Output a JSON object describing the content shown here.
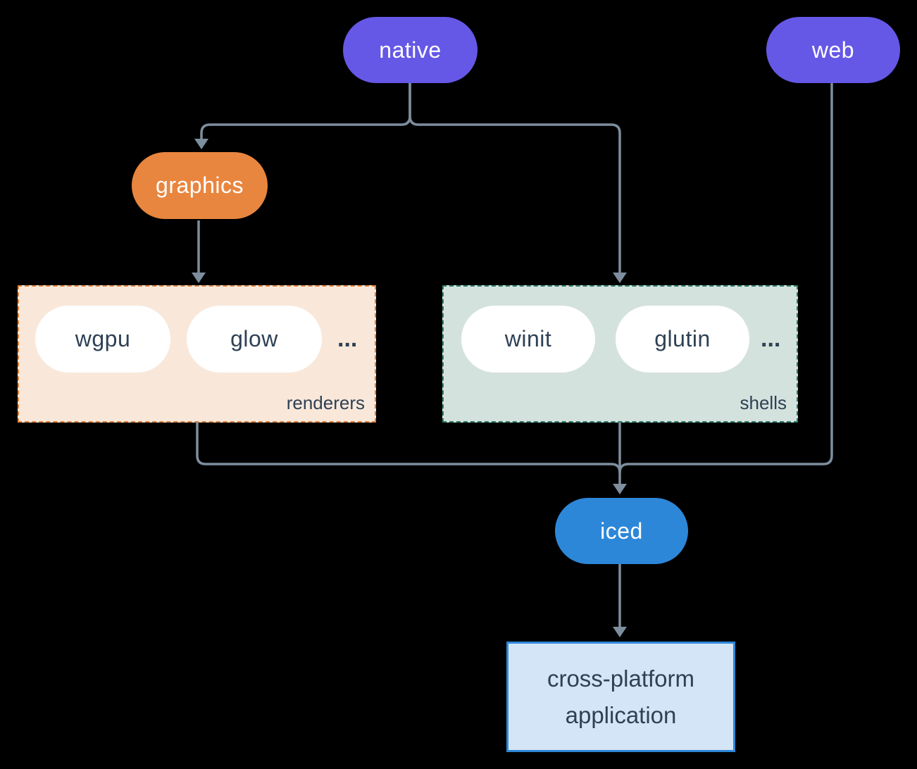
{
  "nodes": {
    "native": {
      "label": "native"
    },
    "web": {
      "label": "web"
    },
    "graphics": {
      "label": "graphics"
    },
    "iced": {
      "label": "iced"
    },
    "application": {
      "lines": [
        "cross-platform",
        "application"
      ]
    }
  },
  "groups": {
    "renderers": {
      "label": "renderers",
      "items": [
        "wgpu",
        "glow"
      ],
      "more": "..."
    },
    "shells": {
      "label": "shells",
      "items": [
        "winit",
        "glutin"
      ],
      "more": "..."
    }
  },
  "colors": {
    "background": "#000000",
    "connector": "#7d8e9e",
    "platform_node": "#6558e6",
    "graphics_node": "#e8863f",
    "iced_node": "#2d87d8",
    "white_node": "#ffffff",
    "dark_text": "#2e4155",
    "renderers_bg": "#f9e8da",
    "renderers_border": "#e0813c",
    "shells_bg": "#d4e2dd",
    "shells_border": "#2b7f6b",
    "application_bg": "#d4e5f7",
    "application_border": "#2d87d8"
  }
}
